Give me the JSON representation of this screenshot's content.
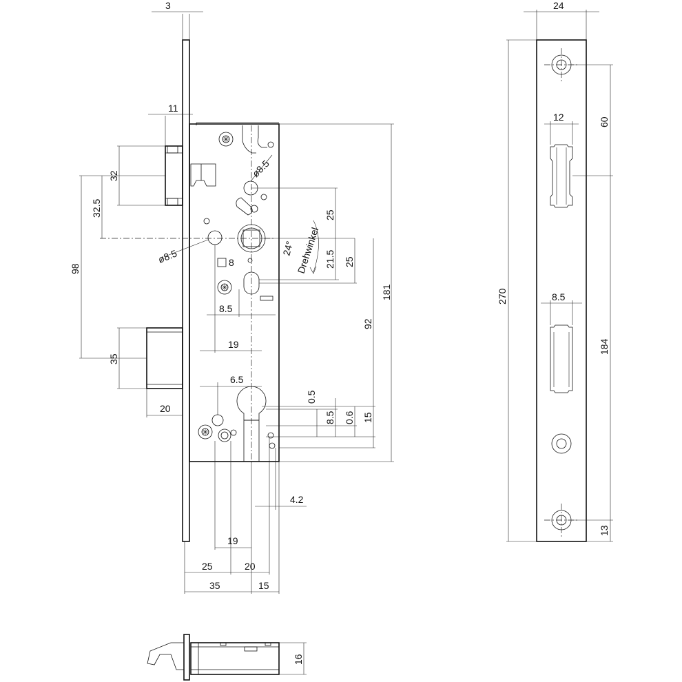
{
  "front_view": {
    "dims": {
      "faceplate_thickness": "3",
      "bolt_depth": "11",
      "latch_height": "32",
      "latch_offset": "32.5",
      "follower_to_bolt": "98",
      "bolt_height": "35",
      "bolt_projection": "20",
      "hole_dia_top": "8.5",
      "hole_dia_left": "8.5",
      "square_label": "8",
      "spacing_25_a": "25",
      "spacing_21_5": "21.5",
      "spacing_25_b": "25",
      "angle": "24°",
      "angle_word": "Drehwinkel",
      "dim_8_5_h": "8.5",
      "dim_19_upper": "19",
      "dim_92": "92",
      "dim_181": "181",
      "dim_6_5": "6.5",
      "dim_0_5": "0.5",
      "dim_8_5_v": "8.5",
      "dim_0_6": "0.6",
      "dim_15_v": "15",
      "dim_4_2": "4.2",
      "dim_19_lower": "19",
      "dim_25_bottom": "25",
      "dim_20_bottom": "20",
      "dim_35_bottom": "35",
      "dim_15_bottom": "15"
    }
  },
  "side_view": {
    "dims": {
      "width": "24",
      "top_to_latch": "60",
      "latch_width": "12",
      "total_length": "270",
      "bolt_width": "8.5",
      "latch_to_bottom": "184",
      "bottom_hole": "13"
    }
  },
  "top_view": {
    "dims": {
      "height": "16"
    }
  }
}
